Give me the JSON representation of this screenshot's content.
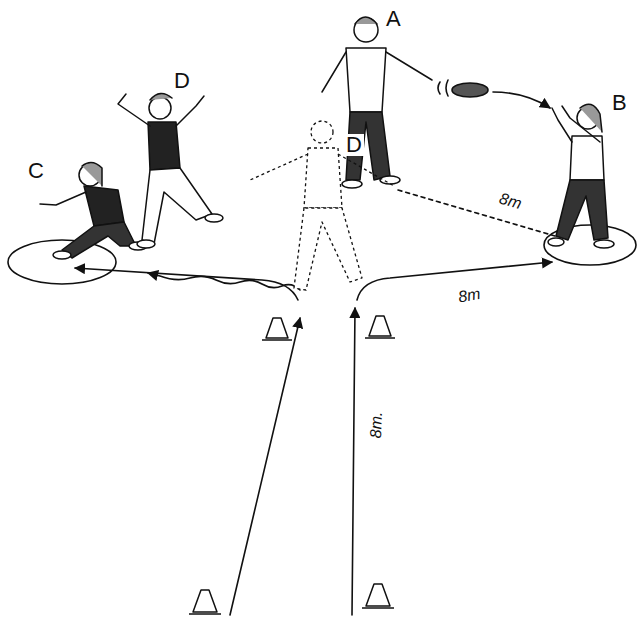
{
  "diagram": {
    "labels": [
      "A",
      "B",
      "C",
      "D",
      "D",
      "8m",
      "8m",
      "8m."
    ]
  }
}
